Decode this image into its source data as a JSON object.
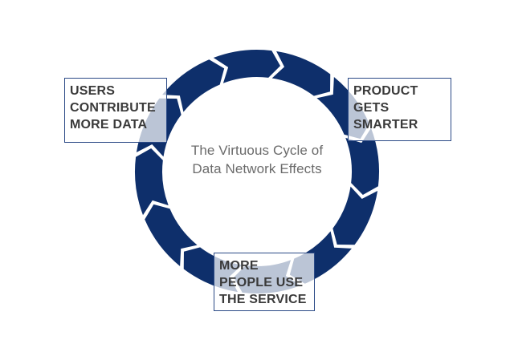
{
  "diagram": {
    "title_lines": [
      "The Virtuous Cycle of",
      "Data Network Effects"
    ],
    "labels": {
      "users": [
        "USERS",
        "CONTRIBUTE",
        "MORE DATA"
      ],
      "product": [
        "PRODUCT",
        "GETS",
        "SMARTER"
      ],
      "people": [
        "MORE",
        "PEOPLE USE",
        "THE SERVICE"
      ]
    },
    "ring": {
      "segment_count": 12,
      "direction": "clockwise"
    },
    "colors": {
      "ring": "#0e2f6b",
      "box_border": "#2b4a86",
      "title_text": "#6b6b6b",
      "label_text": "#3a3a3a"
    }
  }
}
